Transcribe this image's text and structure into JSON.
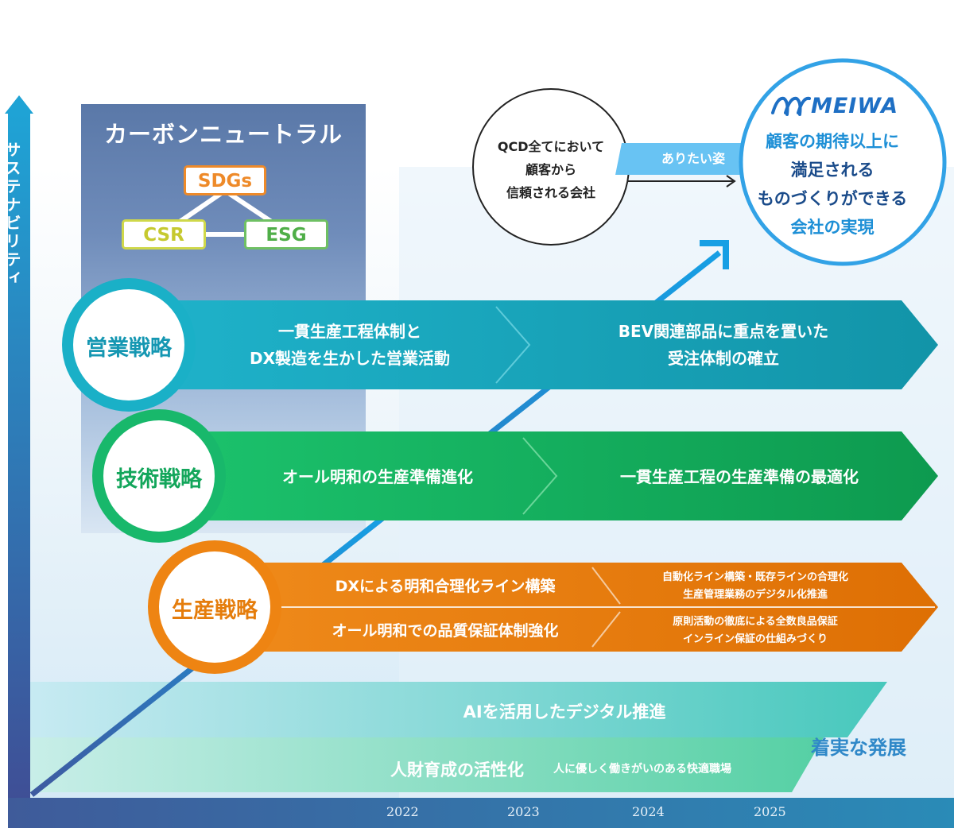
{
  "axis": {
    "y_label": "サステナビリティ",
    "years": [
      "2022",
      "2023",
      "2024",
      "2025"
    ]
  },
  "carbon": {
    "title": "カーボンニュートラル",
    "sdgs": "SDGs",
    "csr": "CSR",
    "esg": "ESG"
  },
  "sales": {
    "label": "営業戦略",
    "step1_line1": "一貫生産工程体制と",
    "step1_line2": "DX製造を生かした営業活動",
    "step2_line1": "BEV関連部品に重点を置いた",
    "step2_line2": "受注体制の確立"
  },
  "tech": {
    "label": "技術戦略",
    "step1": "オール明和の生産準備進化",
    "step2": "一貫生産工程の生産準備の最適化"
  },
  "production": {
    "label": "生産戦略",
    "row1": "DXによる明和合理化ライン構築",
    "row1_detail_line1": "自動化ライン構築・既存ラインの合理化",
    "row1_detail_line2": "生産管理業務のデジタル化推進",
    "row2": "オール明和での品質保証体制強化",
    "row2_detail_line1": "原則活動の徹底による全数良品保証",
    "row2_detail_line2": "インライン保証の仕組みづくり"
  },
  "ai": {
    "label": "AIを活用したデジタル推進"
  },
  "hr": {
    "label": "人財育成の活性化",
    "sub": "人に優しく働きがいのある快適職場"
  },
  "steady": "着実な発展",
  "qcd": {
    "line1": "QCD全てにおいて",
    "line2": "顧客から",
    "line3": "信頼される会社"
  },
  "ideal": "ありたい姿",
  "goal": {
    "logo": "MEIWA",
    "line1": "顧客の期待以上に",
    "line2": "満足される",
    "line3": "ものづくりができる",
    "line4": "会社の実現"
  },
  "colors": {
    "sales": "#19a9c2",
    "tech": "#1fb86a",
    "production": "#ee8412",
    "goal": "#2f9be0",
    "axis": "#3f67a8"
  }
}
